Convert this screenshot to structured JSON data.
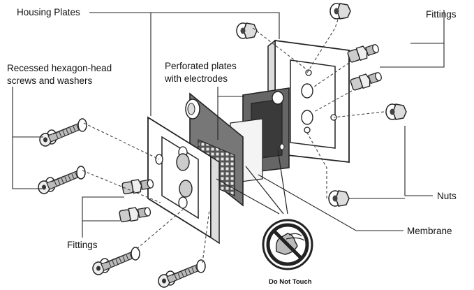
{
  "labels": {
    "housing_plates": "Housing Plates",
    "fittings_top": "Fittings",
    "screws_line1": "Recessed hexagon-head",
    "screws_line2": "screws and washers",
    "perforated_line1": "Perforated plates",
    "perforated_line2": "with electrodes",
    "nuts": "Nuts",
    "membrane": "Membrane",
    "fittings_bottom": "Fittings",
    "do_not_touch": "Do Not Touch"
  }
}
